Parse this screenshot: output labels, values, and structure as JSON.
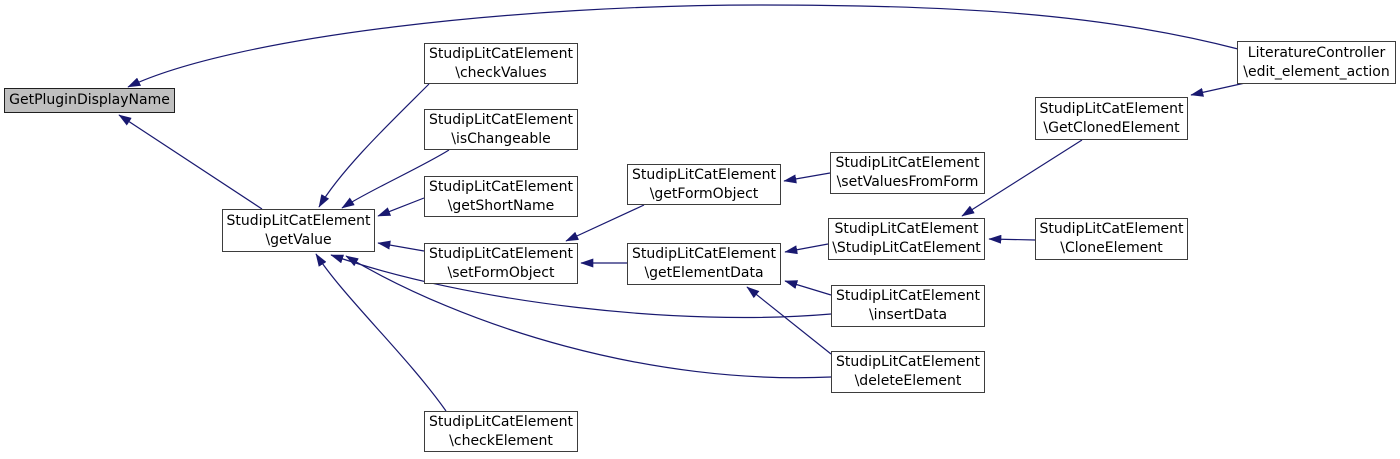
{
  "diagram": {
    "type": "caller-graph",
    "background_color": "#ffffff",
    "edge_color": "#191970",
    "node_fill": "#ffffff",
    "node_border_color": "#3d3d3d",
    "highlighted_node_fill": "#bfbfbf",
    "text_color": "#000000"
  },
  "nodes": {
    "get_plugin_display_name": {
      "line1": "GetPluginDisplayName",
      "highlighted": true
    },
    "get_value": {
      "line1": "StudipLitCatElement",
      "line2": "\\getValue"
    },
    "check_values": {
      "line1": "StudipLitCatElement",
      "line2": "\\checkValues"
    },
    "is_changeable": {
      "line1": "StudipLitCatElement",
      "line2": "\\isChangeable"
    },
    "get_short_name": {
      "line1": "StudipLitCatElement",
      "line2": "\\getShortName"
    },
    "set_form_object": {
      "line1": "StudipLitCatElement",
      "line2": "\\setFormObject"
    },
    "check_element": {
      "line1": "StudipLitCatElement",
      "line2": "\\checkElement"
    },
    "get_form_object": {
      "line1": "StudipLitCatElement",
      "line2": "\\getFormObject"
    },
    "get_element_data": {
      "line1": "StudipLitCatElement",
      "line2": "\\getElementData"
    },
    "set_values_from_form": {
      "line1": "StudipLitCatElement",
      "line2": "\\setValuesFromForm"
    },
    "constructor": {
      "line1": "StudipLitCatElement",
      "line2": "\\StudipLitCatElement"
    },
    "insert_data": {
      "line1": "StudipLitCatElement",
      "line2": "\\insertData"
    },
    "delete_element": {
      "line1": "StudipLitCatElement",
      "line2": "\\deleteElement"
    },
    "get_cloned_element": {
      "line1": "StudipLitCatElement",
      "line2": "\\GetClonedElement"
    },
    "clone_element": {
      "line1": "StudipLitCatElement",
      "line2": "\\CloneElement"
    },
    "edit_element_action": {
      "line1": "LiteratureController",
      "line2": "\\edit_element_action"
    }
  },
  "edges": [
    {
      "source": "LiteratureController\\edit_element_action",
      "target": "GetPluginDisplayName"
    },
    {
      "source": "StudipLitCatElement\\getValue",
      "target": "GetPluginDisplayName"
    },
    {
      "source": "StudipLitCatElement\\checkValues",
      "target": "StudipLitCatElement\\getValue"
    },
    {
      "source": "StudipLitCatElement\\isChangeable",
      "target": "StudipLitCatElement\\getValue"
    },
    {
      "source": "StudipLitCatElement\\getShortName",
      "target": "StudipLitCatElement\\getValue"
    },
    {
      "source": "StudipLitCatElement\\setFormObject",
      "target": "StudipLitCatElement\\getValue"
    },
    {
      "source": "StudipLitCatElement\\checkElement",
      "target": "StudipLitCatElement\\getValue"
    },
    {
      "source": "StudipLitCatElement\\insertData",
      "target": "StudipLitCatElement\\getValue"
    },
    {
      "source": "StudipLitCatElement\\deleteElement",
      "target": "StudipLitCatElement\\getValue"
    },
    {
      "source": "StudipLitCatElement\\getFormObject",
      "target": "StudipLitCatElement\\setFormObject"
    },
    {
      "source": "StudipLitCatElement\\getElementData",
      "target": "StudipLitCatElement\\setFormObject"
    },
    {
      "source": "StudipLitCatElement\\setValuesFromForm",
      "target": "StudipLitCatElement\\getFormObject"
    },
    {
      "source": "StudipLitCatElement\\StudipLitCatElement",
      "target": "StudipLitCatElement\\getElementData"
    },
    {
      "source": "StudipLitCatElement\\insertData",
      "target": "StudipLitCatElement\\getElementData"
    },
    {
      "source": "StudipLitCatElement\\deleteElement",
      "target": "StudipLitCatElement\\getElementData"
    },
    {
      "source": "StudipLitCatElement\\GetClonedElement",
      "target": "StudipLitCatElement\\StudipLitCatElement"
    },
    {
      "source": "StudipLitCatElement\\CloneElement",
      "target": "StudipLitCatElement\\StudipLitCatElement"
    },
    {
      "source": "LiteratureController\\edit_element_action",
      "target": "StudipLitCatElement\\GetClonedElement"
    }
  ]
}
